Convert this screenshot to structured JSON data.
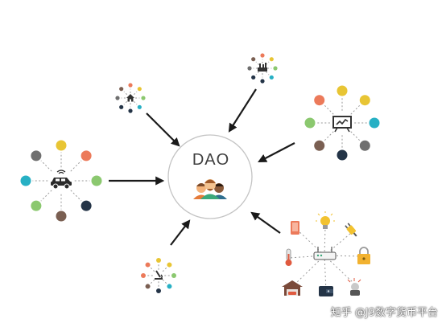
{
  "hub": {
    "label": "DAO",
    "icon": "people-group-icon",
    "border_color": "#bdbdbd"
  },
  "node_colors": {
    "orange": "#ec7a5a",
    "yellow": "#e8c534",
    "green": "#8bc86f",
    "teal": "#27b0c4",
    "brown": "#7a5f52",
    "navy": "#243447",
    "grey": "#6f6f6f",
    "red": "#e05a3f",
    "arrow": "#1a1a1a"
  },
  "clusters": [
    {
      "name": "home-cluster",
      "icon": "house-icon"
    },
    {
      "name": "factory-cluster",
      "icon": "factory-icon"
    },
    {
      "name": "presentation-cluster",
      "icon": "presentation-board-icon"
    },
    {
      "name": "car-cluster",
      "icon": "connected-car-icon"
    },
    {
      "name": "lab-cluster",
      "icon": "microscope-icon"
    },
    {
      "name": "iot-router-cluster",
      "icon": "router-icon"
    }
  ],
  "iot_devices": [
    "phone-icon",
    "lightbulb-icon",
    "plug-icon",
    "padlock-icon",
    "thermometer-icon",
    "garage-icon",
    "wallet-icon",
    "robot-vacuum-icon"
  ],
  "watermark": "知乎 @J9数字货币平台"
}
